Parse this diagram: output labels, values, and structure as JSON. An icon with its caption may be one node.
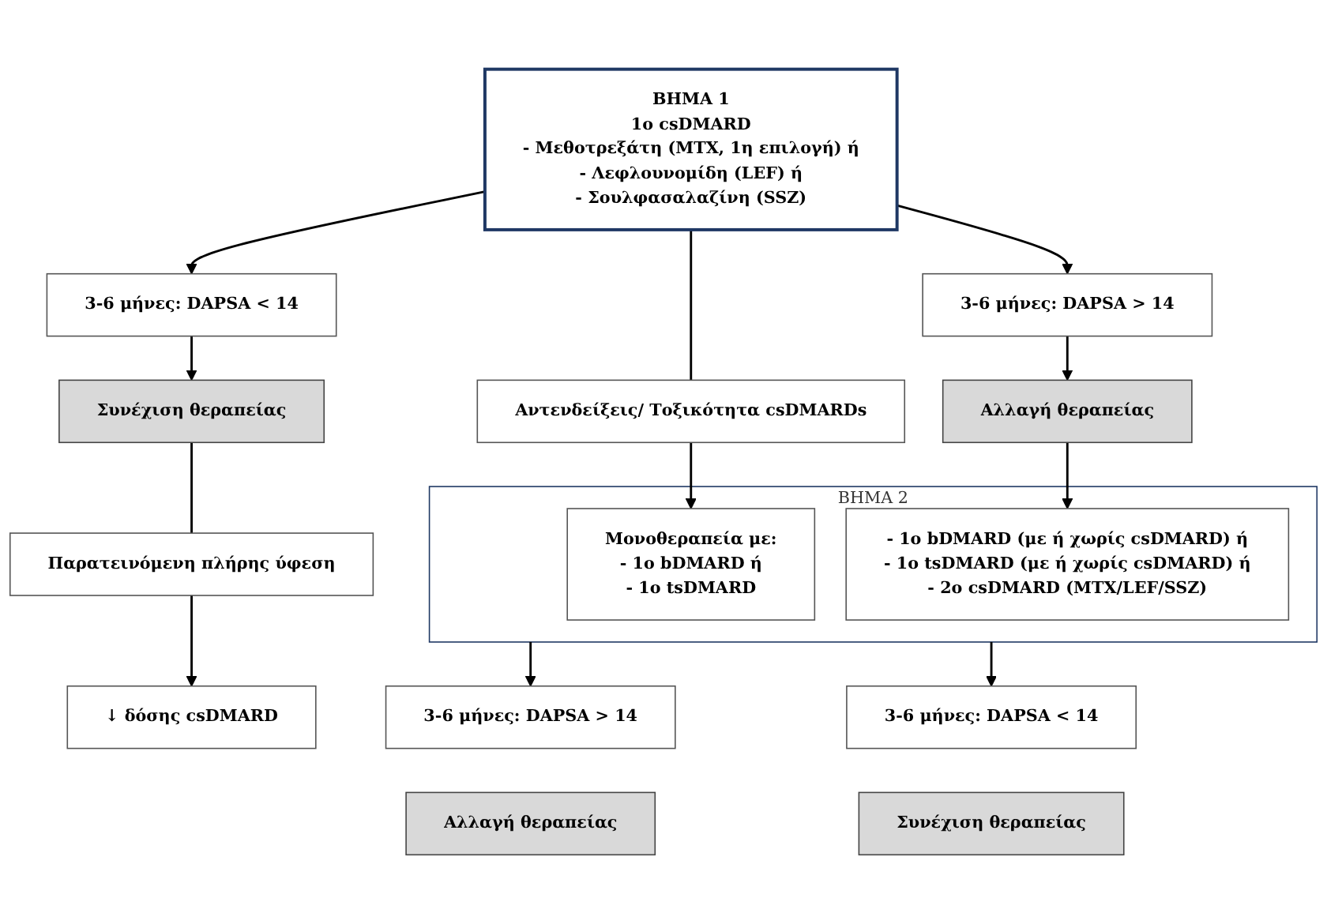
{
  "diagram": {
    "nodes": [
      {
        "text": [
          "ΒΗΜΑ 1",
          "1ο csDMARD",
          "- Μεθοτρεξάτη (MTX, 1η επιλογή) ή",
          "- Λεφλουνομίδη (LEF) ή",
          "- Σουλφασαλαζίνη (SSZ)"
        ]
      },
      {
        "text": [
          "Αντενδείξεις/ Τοξικότητα csDMARDs"
        ]
      },
      {
        "text": [
          "3-6 μήνες: DAPSA > 14"
        ]
      },
      {
        "text": [
          "3-6 μήνες: DAPSA < 14"
        ]
      },
      {
        "text": [
          "Αλλαγή θεραπείας"
        ]
      },
      {
        "text": [
          "Συνέχιση θεραπείας"
        ]
      },
      {
        "text": [
          "Παρατεινόμενη πλήρης ύφεση"
        ]
      },
      {
        "text": [
          "ΒΗΜΑ 2"
        ]
      },
      {
        "text": [
          "Μονοθεραπεία με:",
          "- 1ο bDMARD ή",
          "- 1ο tsDMARD"
        ],
        "in": 7
      },
      {
        "text": [
          "- 1ο bDMARD (με ή χωρίς csDMARD) ή",
          "- 1ο tsDMARD (με ή χωρίς csDMARD) ή",
          "- 2ο csDMARD (MTX/LEF/SSZ)"
        ],
        "in": 7
      },
      {
        "text": [
          "↓ δόσης csDMARD"
        ]
      },
      {
        "text": [
          "3-6 μήνες: DAPSA > 14"
        ]
      },
      {
        "text": [
          "3-6 μήνες: DAPSA < 14"
        ]
      },
      {
        "text": [
          "Αλλαγή θεραπείας"
        ]
      },
      {
        "text": [
          "Συνέχιση θεραπείας"
        ]
      }
    ],
    "edges": [
      {
        "from": 0,
        "to": 1,
        "arrow": "none"
      },
      {
        "from": 0,
        "to": 2,
        "arrow": "to"
      },
      {
        "from": 0,
        "to": 3,
        "arrow": "to"
      },
      {
        "from": 1,
        "to": 8,
        "arrow": "to"
      },
      {
        "from": 2,
        "to": 4,
        "arrow": "to"
      },
      {
        "from": 3,
        "to": 5,
        "arrow": "to"
      },
      {
        "from": 4,
        "to": 9,
        "arrow": "to"
      },
      {
        "from": 5,
        "to": 6,
        "arrow": "none"
      },
      {
        "from": 6,
        "to": 10,
        "arrow": "to"
      },
      {
        "from": 7,
        "to": 11,
        "arrow": "to"
      },
      {
        "from": 7,
        "to": 12,
        "arrow": "to"
      }
    ]
  }
}
